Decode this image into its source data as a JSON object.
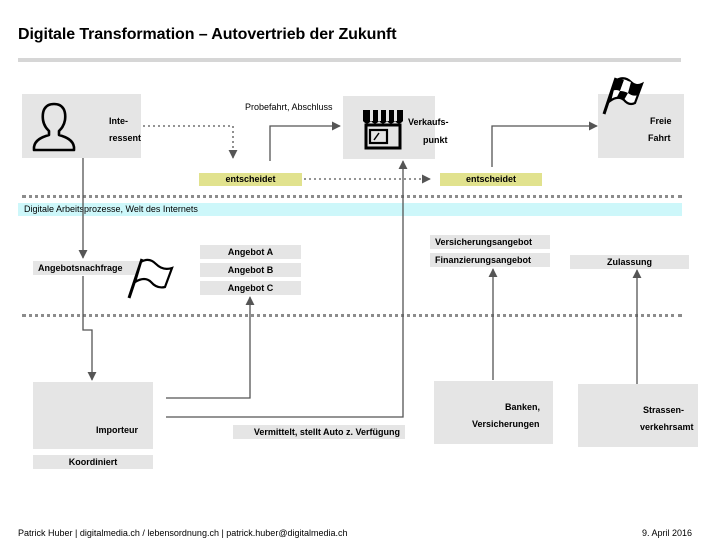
{
  "title": "Digitale Transformation – Autovertrieb der Zukunft",
  "nodes": {
    "interessent": {
      "line1": "Inte-",
      "line2": "ressent"
    },
    "verkaufspunkt": {
      "line1": "Verkaufs-",
      "line2": "punkt"
    },
    "freie_fahrt": {
      "line1": "Freie",
      "line2": "Fahrt"
    },
    "importeur": "Importeur",
    "koordiniert": "Koordiniert",
    "banken": {
      "line1": "Banken,",
      "line2": "Versicherungen"
    },
    "strassenverkehrsamt": {
      "line1": "Strassen-",
      "line2": "verkehrsamt"
    }
  },
  "decisions": {
    "left": "entscheidet",
    "right": "entscheidet"
  },
  "edge_label_probefahrt": "Probefahrt, Abschluss",
  "band_label": "Digitale Arbeitsprozesse, Welt des Internets",
  "angebotsnachfrage": "Angebotsnachfrage",
  "angebote": [
    "Angebot A",
    "Angebot B",
    "Angebot C"
  ],
  "versicherungsangebot": "Versicherungsangebot",
  "finanzierungsangebot": "Finanzierungsangebot",
  "zulassung": "Zulassung",
  "vermittelt": "Vermittelt, stellt Auto z. Verfügung",
  "footer": {
    "left": "Patrick Huber | digitalmedia.ch / lebensordnung.ch | patrick.huber@digitalmedia.ch",
    "right": "9. April 2016"
  },
  "icons": [
    "person-icon",
    "shop-icon",
    "checkered-flag-icon",
    "flag-icon"
  ],
  "colors": {
    "box": "#e5e5e5",
    "decision": "#e1e28e",
    "band": "#cdf7fa",
    "line": "#555555"
  }
}
